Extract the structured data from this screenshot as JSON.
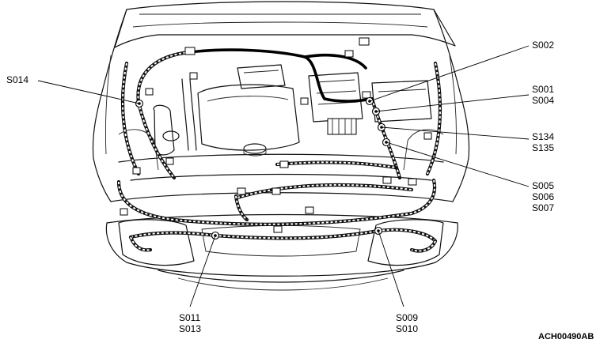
{
  "figure_code": "ACH00490AB",
  "callouts": [
    {
      "id": "s002",
      "lines": [
        "S002"
      ]
    },
    {
      "id": "s001-s004",
      "lines": [
        "S001",
        "S004"
      ]
    },
    {
      "id": "s014",
      "lines": [
        "S014"
      ]
    },
    {
      "id": "s134-s135",
      "lines": [
        "S134",
        "S135"
      ]
    },
    {
      "id": "s005-s007",
      "lines": [
        "S005",
        "S006",
        "S007"
      ]
    },
    {
      "id": "s011-s013",
      "lines": [
        "S011",
        "S013"
      ]
    },
    {
      "id": "s009-s010",
      "lines": [
        "S009",
        "S010"
      ]
    }
  ],
  "colors": {
    "line": "#000000",
    "background": "#ffffff"
  }
}
